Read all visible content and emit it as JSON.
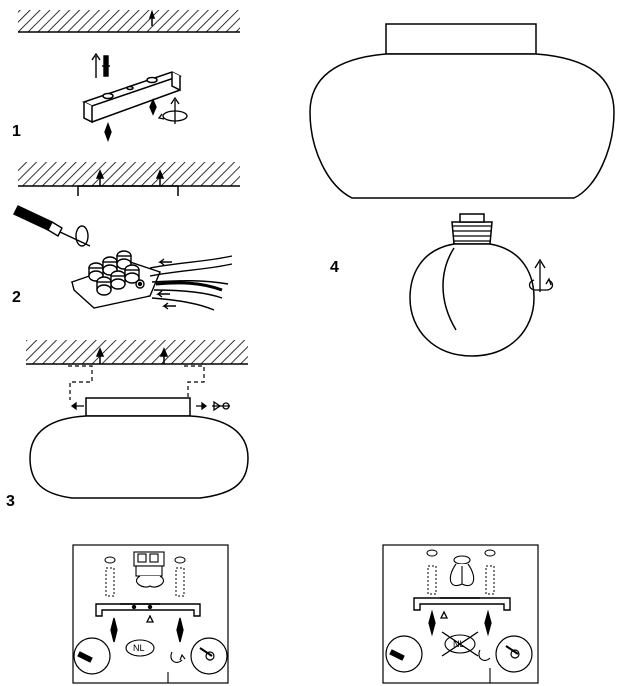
{
  "steps": [
    {
      "number": "1"
    },
    {
      "number": "2"
    },
    {
      "number": "3"
    },
    {
      "number": "4"
    }
  ],
  "wiring_diagrams": [
    {
      "label": "NL",
      "crossed_out": false
    },
    {
      "label": "NL",
      "crossed_out": true
    }
  ],
  "colors": {
    "line": "#000000",
    "background": "#ffffff",
    "hatch": "#000000"
  }
}
